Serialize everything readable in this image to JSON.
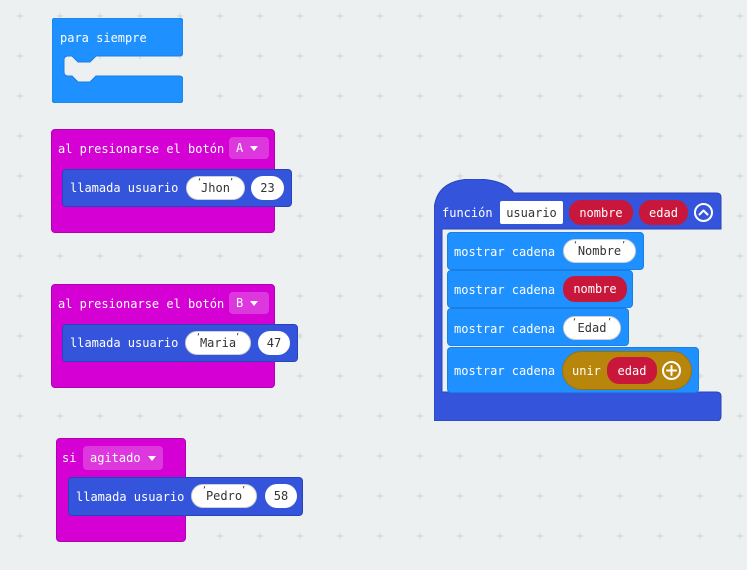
{
  "forever": {
    "label": "para siempre"
  },
  "buttonA": {
    "label": "al presionarse el botón",
    "button": "A",
    "call": {
      "label": "llamada usuario",
      "name": "Jhon",
      "age": "23"
    }
  },
  "buttonB": {
    "label": "al presionarse el botón",
    "button": "B",
    "call": {
      "label": "llamada usuario",
      "name": "Maria",
      "age": "47"
    }
  },
  "shake": {
    "label": "si",
    "gesture": "agitado",
    "call": {
      "label": "llamada usuario",
      "name": "Pedro",
      "age": "58"
    }
  },
  "function": {
    "label": "función",
    "name": "usuario",
    "params": [
      "nombre",
      "edad"
    ],
    "statements": [
      {
        "label": "mostrar cadena",
        "arg": "Nombre"
      },
      {
        "label": "mostrar cadena",
        "arg": "nombre"
      },
      {
        "label": "mostrar cadena",
        "arg": "Edad"
      },
      {
        "label": "mostrar cadena",
        "join_label": "unir",
        "join_arg": "edad"
      }
    ]
  },
  "colors": {
    "background": "#ecf0f1",
    "basic_blue": "#1e90ff",
    "input_magenta": "#d400d4",
    "function_blue": "#3455db",
    "variable_red": "#c8173a",
    "text_gold": "#b8860b"
  },
  "icons": [
    "collapse-chevron-icon",
    "add-plus-icon",
    "dropdown-caret-icon"
  ]
}
